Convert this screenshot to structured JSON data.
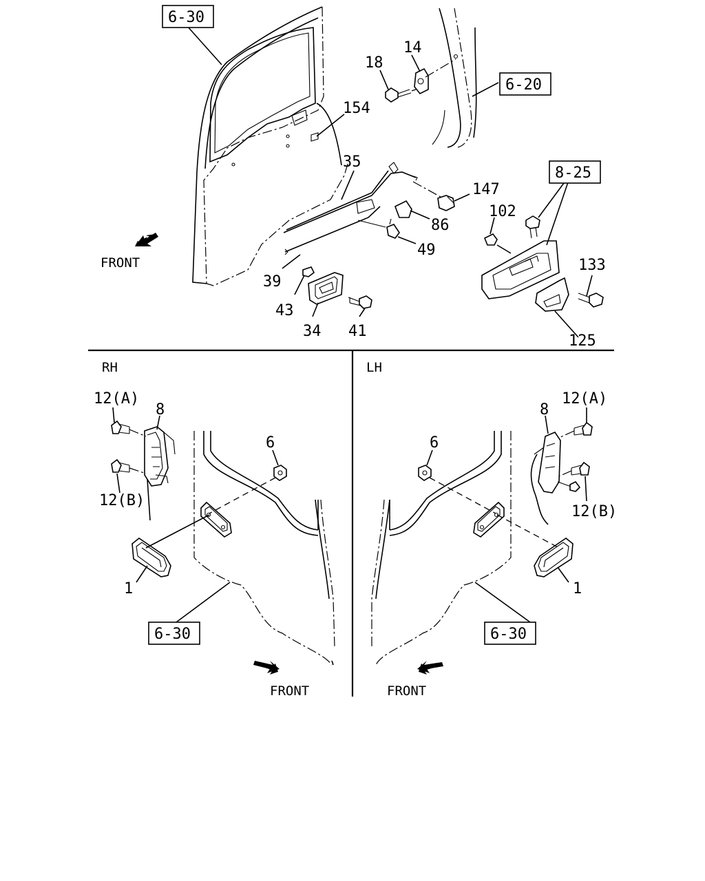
{
  "labels": {
    "ref_630_top": "6-30",
    "ref_620": "6-20",
    "ref_825": "8-25",
    "ref_630_rh": "6-30",
    "ref_630_lh": "6-30",
    "p14": "14",
    "p18": "18",
    "p154": "154",
    "p35": "35",
    "p147": "147",
    "p86": "86",
    "p102": "102",
    "p49": "49",
    "p39": "39",
    "p43": "43",
    "p34": "34",
    "p41": "41",
    "p133": "133",
    "p125": "125",
    "rh_12a": "12(A)",
    "rh_8": "8",
    "rh_12b": "12(B)",
    "rh_6": "6",
    "rh_1": "1",
    "lh_12a": "12(A)",
    "lh_8": "8",
    "lh_6": "6",
    "lh_12b": "12(B)",
    "lh_1": "1"
  },
  "sections": {
    "rh": "RH",
    "lh": "LH"
  },
  "front": {
    "top": "FRONT",
    "rh": "FRONT",
    "lh": "FRONT"
  }
}
